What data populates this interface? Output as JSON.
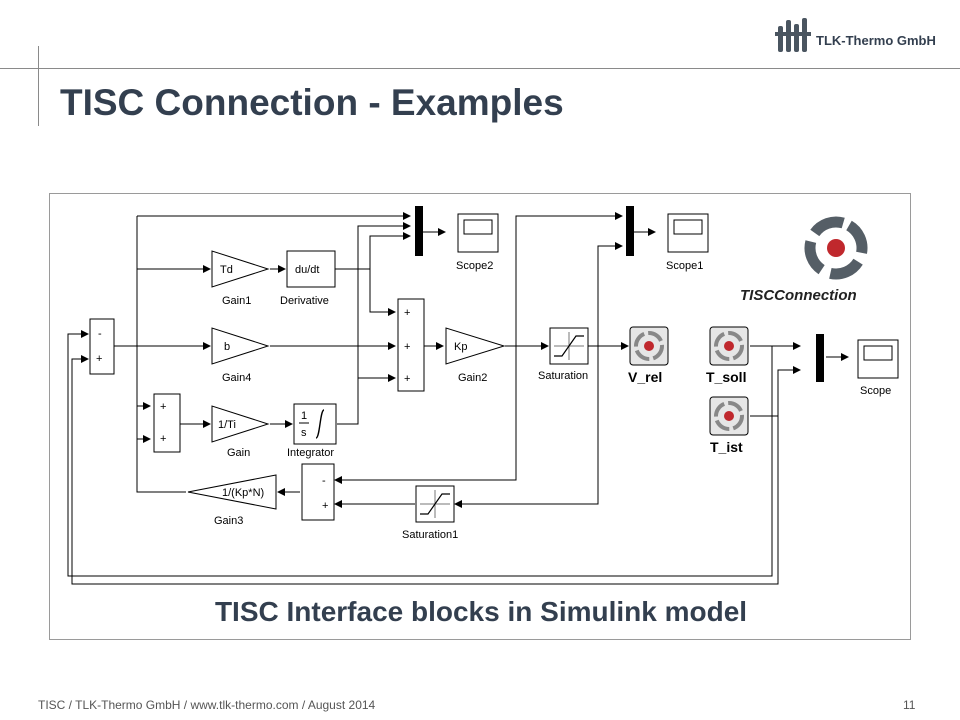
{
  "header": {
    "title": "TISC Connection - Examples",
    "logo_text": "TLK-Thermo GmbH"
  },
  "diagram": {
    "caption": "TISC Interface blocks in Simulink model",
    "tisc_logo_label": "TISCConnection",
    "blocks": {
      "sum1_minus": "-",
      "sum1_plus": "+",
      "gain_td": "Td",
      "gain1": "Gain1",
      "derivative_block": "du/dt",
      "derivative": "Derivative",
      "gain_b": "b",
      "gain4": "Gain4",
      "sum2_top": "+",
      "sum2_bottom": "+",
      "gain_ti": "1/Ti",
      "gain": "Gain",
      "integrator_num": "1",
      "integrator_den": "s",
      "integrator": "Integrator",
      "sum3_a": "+",
      "sum3_b": "+",
      "sum3_c": "+",
      "gain_kp": "Kp",
      "gain2": "Gain2",
      "saturation": "Saturation",
      "v_rel": "V_rel",
      "t_soll": "T_soll",
      "t_ist": "T_ist",
      "scope": "Scope",
      "scope1": "Scope1",
      "scope2": "Scope2",
      "gain_kpn": "1/(Kp*N)",
      "gain3": "Gain3",
      "sum4_minus": "-",
      "sum4_plus": "+",
      "saturation1": "Saturation1"
    }
  },
  "footer": {
    "text": "TISC / TLK-Thermo  GmbH / www.tlk-thermo.com / August 2014",
    "page": "11"
  },
  "colors": {
    "title": "#333f4f",
    "accent_red": "#c0282d",
    "logo_gray": "#555e66"
  }
}
